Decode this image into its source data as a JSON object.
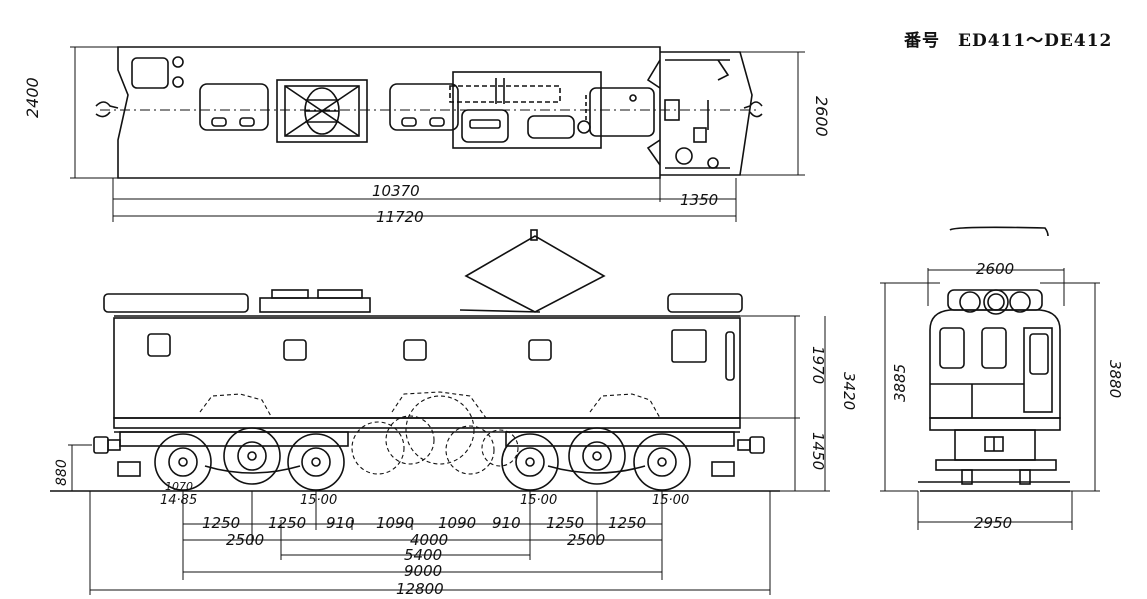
{
  "title": "番号　ED411～DE412",
  "plan_view": {
    "width_left": "2400",
    "width_right": "2600",
    "len_body": "10370",
    "len_cab": "1350",
    "len_total": "11720"
  },
  "side_view": {
    "h_body": "1970",
    "h_total": "3420",
    "h_under": "1450",
    "h_coupler": "880",
    "wheel_label_1": "1070",
    "wheel_label_2": "14·85",
    "wheel_label_3": "15·00",
    "wheel_label_4": "15·00",
    "wheel_label_5": "15·00",
    "spacings": [
      "1250",
      "1250",
      "910",
      "1090",
      "1090",
      "910",
      "1250",
      "1250"
    ],
    "bogie_left": "2500",
    "bogie_right": "2500",
    "dim_4000": "4000",
    "dim_5400": "5400",
    "dim_9000": "9000",
    "dim_12800": "12800"
  },
  "end_view": {
    "width_top": "2600",
    "width_bottom": "2950",
    "h_left": "3885",
    "h_right": "3880"
  }
}
